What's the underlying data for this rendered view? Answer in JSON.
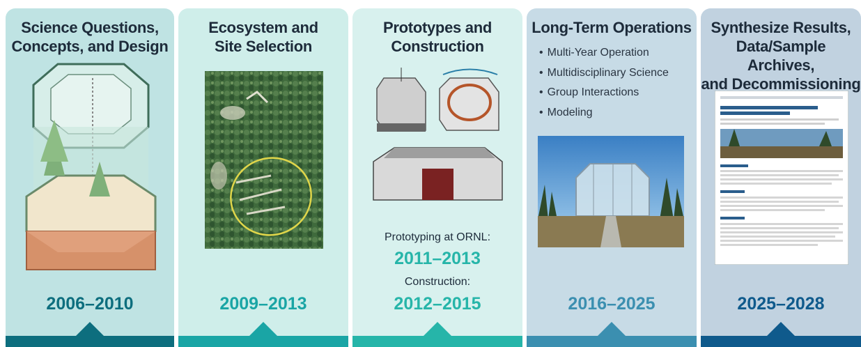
{
  "stages": [
    {
      "title_lines": [
        "Science Questions,",
        "Concepts, and Design"
      ],
      "years": "2006–2010",
      "color": "#0d6e7e"
    },
    {
      "title_lines": [
        "Ecosystem and",
        "Site Selection"
      ],
      "years": "2009–2013",
      "color": "#1aa5a5"
    },
    {
      "title_lines": [
        "Prototypes and",
        "Construction"
      ],
      "years": "2012–2015",
      "color": "#26b5a9",
      "prototyping_label": "Prototyping at ORNL:",
      "prototyping_years": "2011–2013",
      "construction_label": "Construction:"
    },
    {
      "title_lines": [
        "Long-Term Operations"
      ],
      "years": "2016–2025",
      "color": "#3b8fb0",
      "bullets": [
        "Multi-Year Operation",
        "Multidisciplinary Science",
        "Group Interactions",
        "Modeling"
      ]
    },
    {
      "title_lines": [
        "Synthesize Results,",
        "Data/Sample Archives,",
        "and Decommissioning"
      ],
      "years": "2025–2028",
      "color": "#0f5a8c"
    }
  ],
  "colors": {
    "panel1": "#bfe3e3",
    "panel2": "#cfeeea",
    "panel3": "#d8f1ee",
    "panel4": "#c7dbe6",
    "panel5": "#c1d2e0",
    "bar1": "#0d6e7e",
    "bar2": "#1aa5a5",
    "bar3": "#26b5a9",
    "bar4": "#3b8fb0",
    "bar5": "#0f5a8c"
  }
}
